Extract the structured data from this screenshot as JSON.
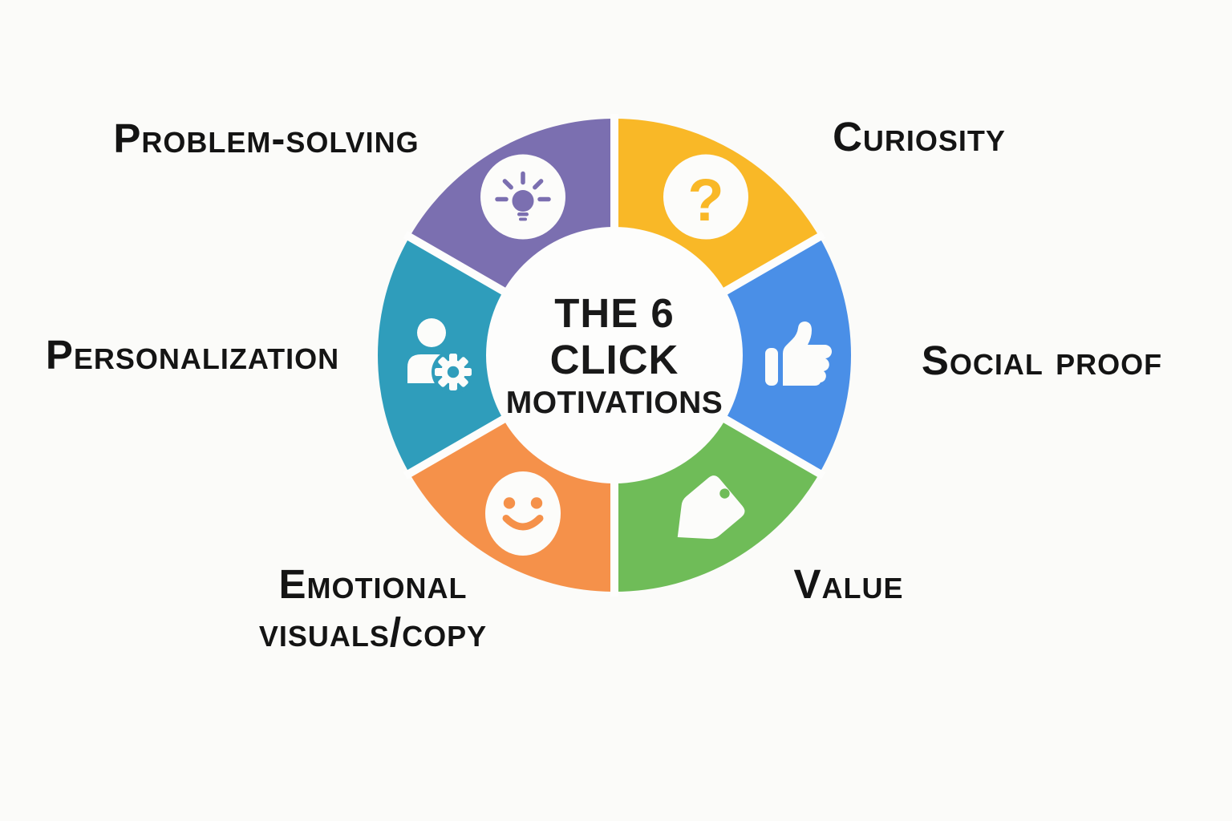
{
  "figure": {
    "type": "donut-infographic"
  },
  "center_title": {
    "line1": "THE 6",
    "line2": "CLICK",
    "line3": "MOTIVATIONS"
  },
  "colors": {
    "background": "#fbfbf9",
    "gap": "#fdfdfc",
    "label_text": "#141414",
    "icon_white": "#fcfcfa"
  },
  "segments": [
    {
      "id": "curiosity",
      "label": "Curiosity",
      "color": "#f9b827",
      "icon": "question-mark-icon",
      "icon_glyph": "?"
    },
    {
      "id": "social-proof",
      "label": "Social proof",
      "color": "#4a8fe7",
      "icon": "thumbs-up-icon"
    },
    {
      "id": "value",
      "label": "Value",
      "color": "#6fbc58",
      "icon": "price-tag-icon"
    },
    {
      "id": "emotional-visuals-copy",
      "label": "Emotional visuals/copy",
      "color": "#f5914a",
      "icon": "smiley-face-icon"
    },
    {
      "id": "personalization",
      "label": "Personalization",
      "color": "#2f9dbb",
      "icon": "person-gear-icon"
    },
    {
      "id": "problem-solving",
      "label": "Problem-solving",
      "color": "#7b6fb0",
      "icon": "lightbulb-icon"
    }
  ]
}
